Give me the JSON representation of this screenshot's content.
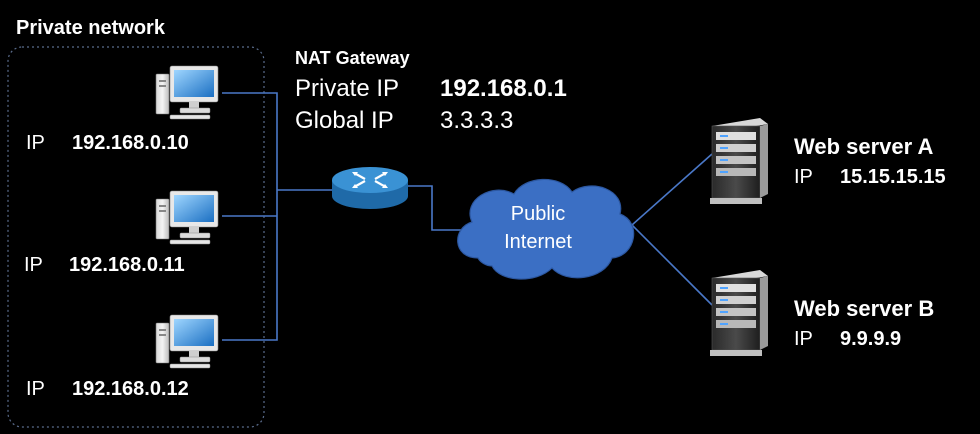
{
  "network_label": "Private network",
  "nat": {
    "title": "NAT Gateway",
    "private_label": "Private IP",
    "private_value": "192.168.0.1",
    "global_label": "Global IP",
    "global_value": "3.3.3.3"
  },
  "clients": [
    {
      "ip_label": "IP",
      "ip": "192.168.0.10"
    },
    {
      "ip_label": "IP",
      "ip": "192.168.0.11"
    },
    {
      "ip_label": "IP",
      "ip": "192.168.0.12"
    }
  ],
  "cloud": {
    "line1": "Public",
    "line2": "Internet"
  },
  "servers": [
    {
      "name": "Web server A",
      "ip_label": "IP",
      "ip": "15.15.15.15"
    },
    {
      "name": "Web server B",
      "ip_label": "IP",
      "ip": "9.9.9.9"
    }
  ],
  "colors": {
    "line": "#4a78c8",
    "cloud": "#3b6fc4",
    "router": "#2f86c8",
    "box": "#5a6c8c"
  },
  "icons": [
    "desktop-computer-icon",
    "router-icon",
    "cloud-icon",
    "tower-server-icon"
  ]
}
